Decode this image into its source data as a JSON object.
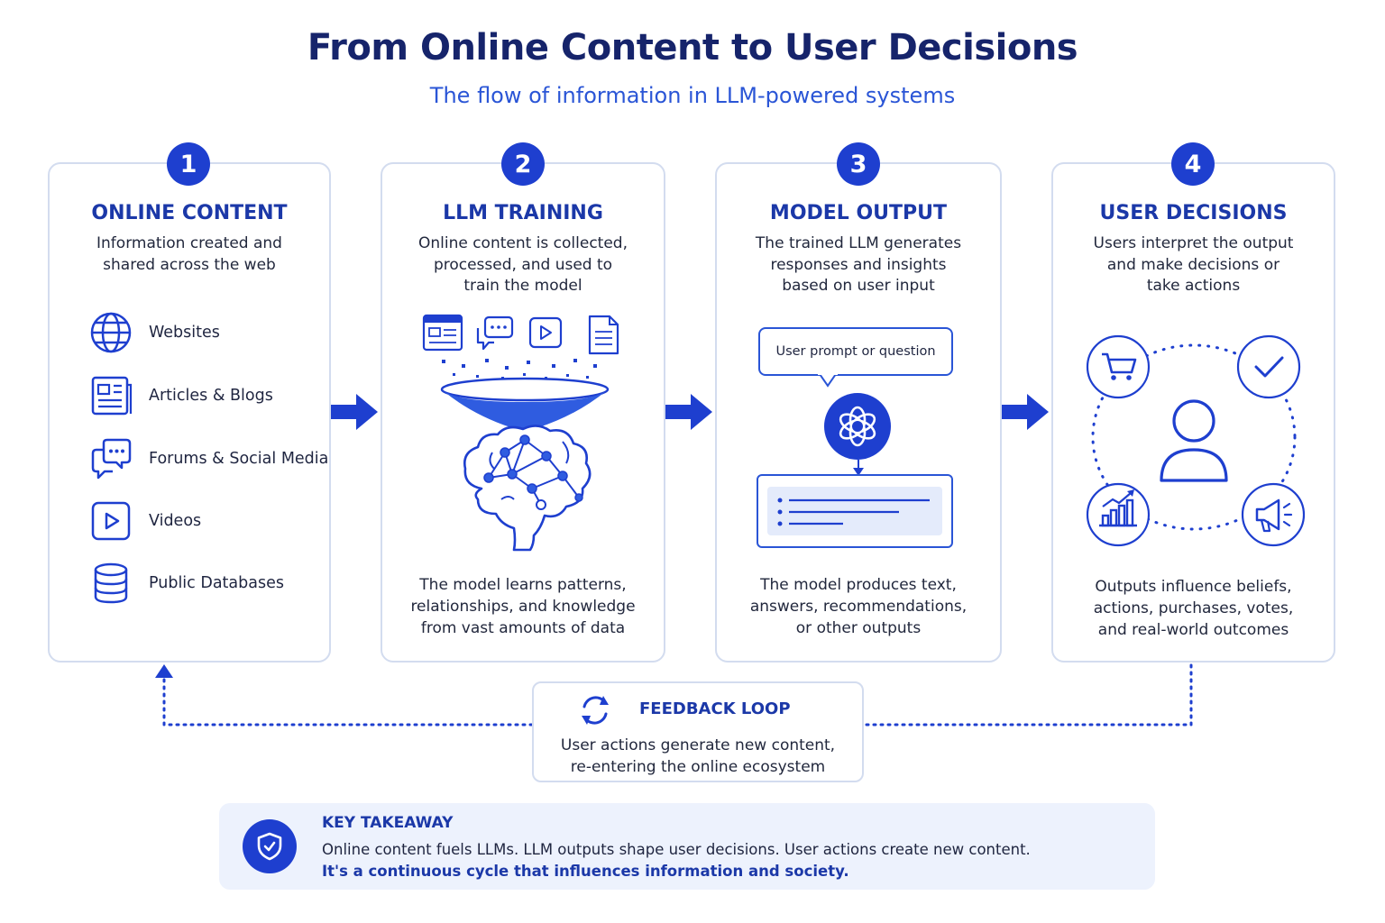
{
  "header": {
    "title": "From Online Content to User Decisions",
    "subtitle": "The flow of information in LLM-powered systems"
  },
  "stages": [
    {
      "number": "1",
      "title": "ONLINE CONTENT",
      "description": "Information created and\nshared across the web",
      "sources": [
        "Websites",
        "Articles & Blogs",
        "Forums & Social Media",
        "Videos",
        "Public Databases"
      ]
    },
    {
      "number": "2",
      "title": "LLM TRAINING",
      "description": "Online content is collected,\nprocessed, and used to\ntrain the model",
      "footer": "The model learns patterns,\nrelationships, and knowledge\nfrom vast amounts of data"
    },
    {
      "number": "3",
      "title": "MODEL OUTPUT",
      "description": "The trained LLM generates\nresponses and insights\nbased on user input",
      "prompt": "User prompt or question",
      "footer": "The model produces text,\nanswers, recommendations,\nor other outputs"
    },
    {
      "number": "4",
      "title": "USER DECISIONS",
      "description": "Users interpret the output\nand make decisions or\ntake actions",
      "footer": "Outputs influence beliefs,\nactions, purchases, votes,\nand real-world outcomes"
    }
  ],
  "feedback": {
    "title": "FEEDBACK LOOP",
    "description": "User actions generate new content,\nre-entering the online ecosystem"
  },
  "takeaway": {
    "title": "KEY TAKEAWAY",
    "line1": "Online content fuels LLMs. LLM outputs shape user decisions. User actions create new content.",
    "line2": "It's a continuous cycle that influences information and society."
  },
  "colors": {
    "primary": "#1e3fcf",
    "accent": "#2a55d6",
    "heading": "#16246b",
    "card_border": "#d3dcef",
    "takeaway_bg": "#edf2fd"
  },
  "icons": {
    "sources": [
      "globe-icon",
      "newspaper-icon",
      "chat-bubbles-icon",
      "play-video-icon",
      "database-icon"
    ],
    "decisions": [
      "shopping-cart-icon",
      "checkmark-icon",
      "user-icon",
      "bar-chart-icon",
      "megaphone-icon"
    ],
    "other": [
      "funnel-icon",
      "brain-network-icon",
      "openai-logo-icon",
      "refresh-cycle-icon",
      "shield-icon",
      "arrow-right-icon"
    ]
  }
}
